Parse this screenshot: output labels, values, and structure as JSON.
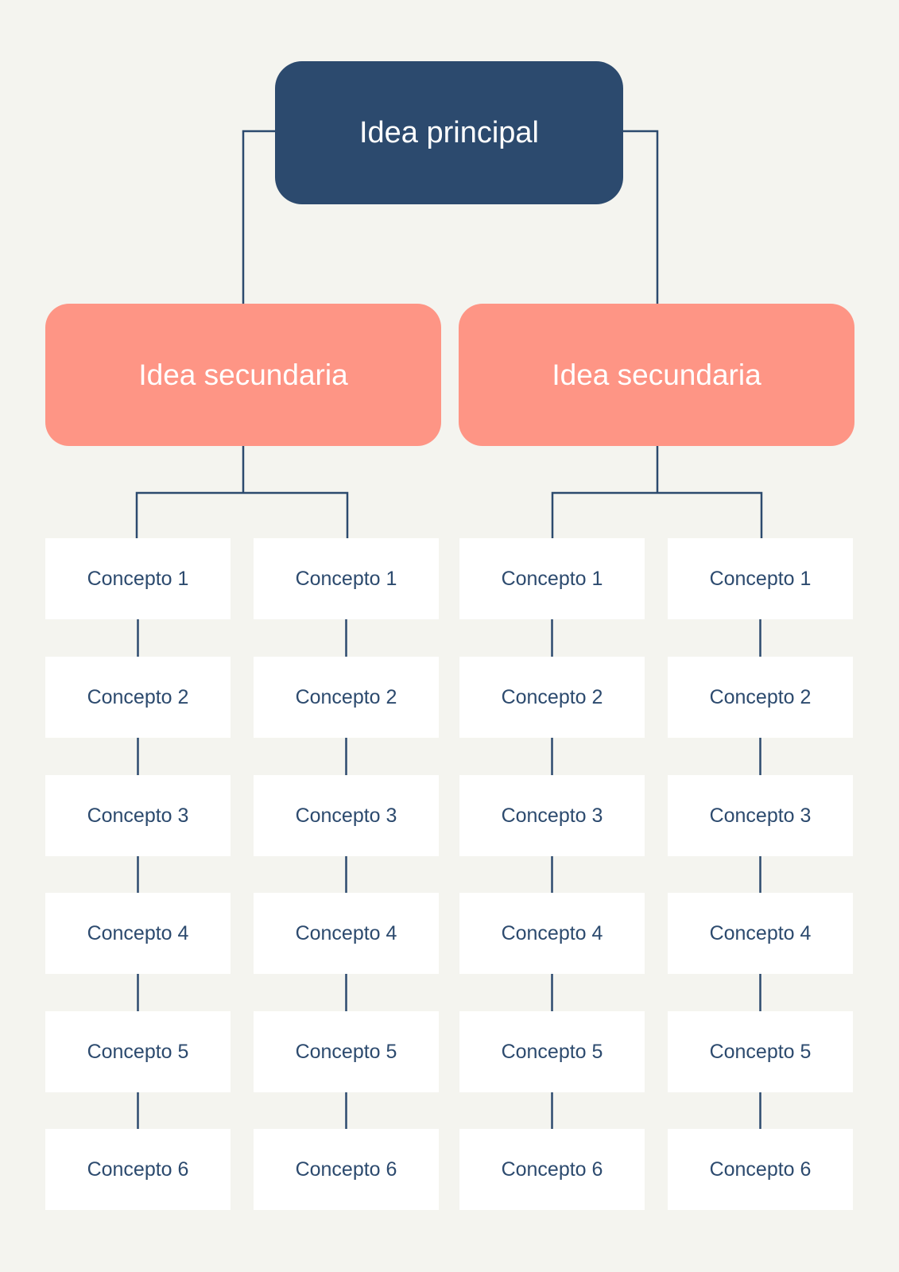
{
  "main_idea": {
    "label": "Idea principal",
    "color": "#2c4a6e"
  },
  "secondary_ideas": [
    {
      "label": "Idea secundaria",
      "color": "#fe9585"
    },
    {
      "label": "Idea secundaria",
      "color": "#fe9585"
    }
  ],
  "concept_columns": [
    {
      "parent": 0,
      "items": [
        "Concepto 1",
        "Concepto 2",
        "Concepto 3",
        "Concepto 4",
        "Concepto 5",
        "Concepto 6"
      ]
    },
    {
      "parent": 0,
      "items": [
        "Concepto 1",
        "Concepto 2",
        "Concepto 3",
        "Concepto 4",
        "Concepto 5",
        "Concepto 6"
      ]
    },
    {
      "parent": 1,
      "items": [
        "Concepto 1",
        "Concepto 2",
        "Concepto 3",
        "Concepto 4",
        "Concepto 5",
        "Concepto 6"
      ]
    },
    {
      "parent": 1,
      "items": [
        "Concepto 1",
        "Concepto 2",
        "Concepto 3",
        "Concepto 4",
        "Concepto 5",
        "Concepto 6"
      ]
    }
  ],
  "colors": {
    "background": "#f4f4ef",
    "connector": "#2c4a6e",
    "concept_box": "#ffffff",
    "concept_text": "#2c4a6e"
  }
}
